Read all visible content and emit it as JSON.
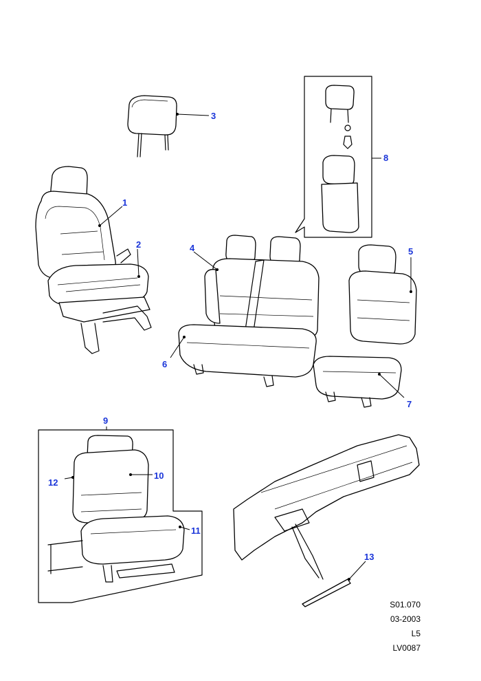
{
  "callouts": {
    "c1": "1",
    "c2": "2",
    "c3": "3",
    "c4": "4",
    "c5": "5",
    "c6": "6",
    "c7": "7",
    "c8": "8",
    "c9": "9",
    "c10": "10",
    "c11": "11",
    "c12": "12",
    "c13": "13"
  },
  "reference": {
    "code": "S01.070",
    "date": "03-2003",
    "level": "L5",
    "drawing": "LV0087"
  },
  "colors": {
    "callout": "#1a35d9",
    "line": "#000000"
  }
}
